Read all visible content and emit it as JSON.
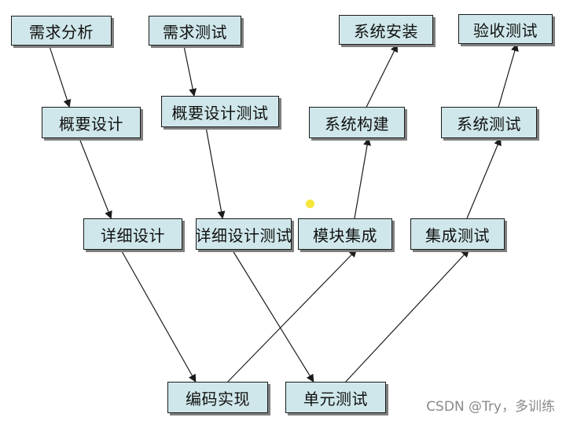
{
  "diagram": {
    "nodes": {
      "req_analysis": "需求分析",
      "req_test": "需求测试",
      "sys_install": "系统安装",
      "acceptance_test": "验收测试",
      "high_design": "概要设计",
      "high_design_test": "概要设计测试",
      "sys_build": "系统构建",
      "sys_test": "系统测试",
      "detail_design": "详细设计",
      "detail_design_test": "详细设计测试",
      "module_integration": "模块集成",
      "integration_test": "集成测试",
      "coding": "编码实现",
      "unit_test": "单元测试"
    },
    "edges": [
      [
        "req_analysis",
        "high_design"
      ],
      [
        "high_design",
        "detail_design"
      ],
      [
        "detail_design",
        "coding"
      ],
      [
        "req_test",
        "high_design_test"
      ],
      [
        "high_design_test",
        "detail_design_test"
      ],
      [
        "detail_design_test",
        "unit_test"
      ],
      [
        "coding",
        "module_integration"
      ],
      [
        "module_integration",
        "sys_build"
      ],
      [
        "sys_build",
        "sys_install"
      ],
      [
        "unit_test",
        "integration_test"
      ],
      [
        "integration_test",
        "sys_test"
      ],
      [
        "sys_test",
        "acceptance_test"
      ]
    ],
    "colors": {
      "box_fill": "#cfe7ea",
      "box_border": "#1b1b1b",
      "arrow": "#1b1b1b"
    }
  },
  "watermark": "CSDN @Try，多训练"
}
